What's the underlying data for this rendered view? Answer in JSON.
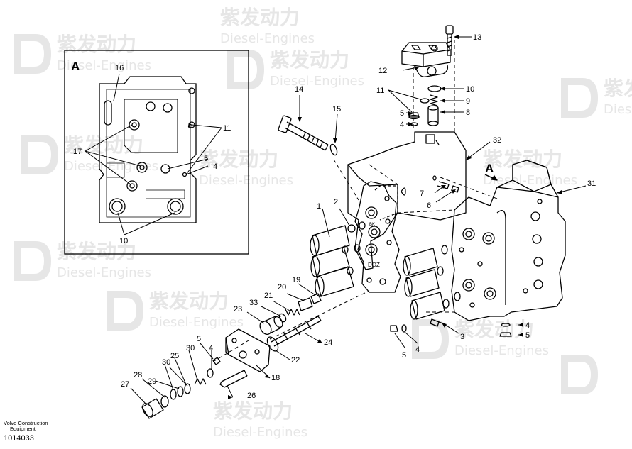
{
  "watermark": {
    "brand": "紫发动力",
    "subtitle": "Diesel-Engines",
    "color": "#e6e6e6"
  },
  "inset": {
    "letter": "A",
    "callouts": [
      "16",
      "17",
      "11",
      "5",
      "4",
      "10"
    ]
  },
  "view_marker": "A",
  "callouts": {
    "c1": "1",
    "c2": "2",
    "c3": "3",
    "c4a": "4",
    "c4b": "4",
    "c4c": "4",
    "c5a": "5",
    "c5b": "5",
    "c5c": "5",
    "c5d": "5",
    "c6": "6",
    "c7": "7",
    "c8": "8",
    "c9": "9",
    "c10": "10",
    "c11": "11",
    "c12": "12",
    "c13": "13",
    "c14": "14",
    "c15": "15",
    "c18": "18",
    "c19": "19",
    "c20": "20",
    "c21": "21",
    "c22": "22",
    "c23": "23",
    "c24": "24",
    "c25": "25",
    "c26": "26",
    "c27": "27",
    "c28": "28",
    "c29": "29",
    "c30a": "30",
    "c30b": "30",
    "c31": "31",
    "c32": "32",
    "c33": "33"
  },
  "footer": {
    "company_line1": "Volvo Construction",
    "company_line2": "Equipment",
    "drawing_number": "1014033"
  },
  "body_marks": [
    "DOZ",
    "BK"
  ],
  "colors": {
    "line": "#000000",
    "background": "#ffffff"
  }
}
